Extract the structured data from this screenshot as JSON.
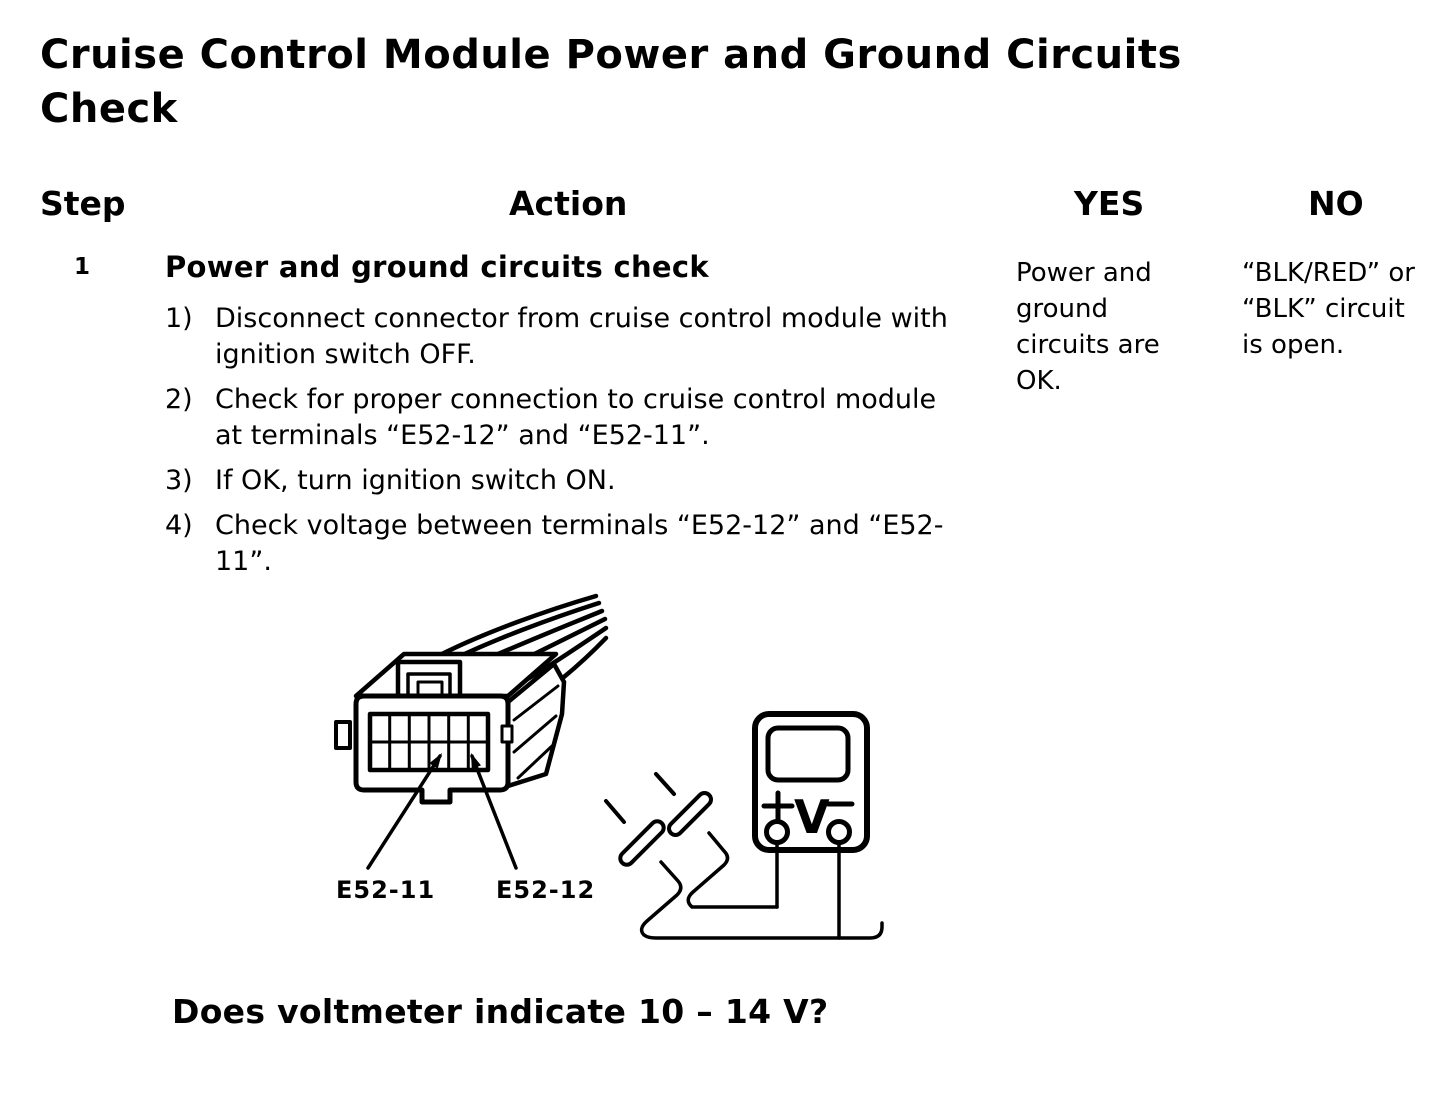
{
  "page": {
    "title_line1": "Cruise Control Module Power and Ground Circuits",
    "title_line2": "Check"
  },
  "table": {
    "headers": {
      "step": "Step",
      "action": "Action",
      "yes": "YES",
      "no": "NO"
    },
    "rows": [
      {
        "step": "1",
        "action_title": "Power and ground circuits check",
        "action_items": [
          {
            "num": "1)",
            "text": "Disconnect connector from cruise control module with ignition switch OFF."
          },
          {
            "num": "2)",
            "text": "Check for proper connection to cruise control module at terminals “E52-12” and “E52-11”."
          },
          {
            "num": "3)",
            "text": "If OK, turn ignition switch ON."
          },
          {
            "num": "4)",
            "text": "Check voltage between terminals “E52-12” and “E52-11”."
          }
        ],
        "yes": "Power and ground circuits are OK.",
        "no": "“BLK/RED” or “BLK” circuit is open."
      }
    ],
    "question": "Does voltmeter indicate 10 – 14 V?"
  },
  "diagram": {
    "labels": {
      "terminal_left": "E52-11",
      "terminal_right": "E52-12",
      "voltmeter_v": "V"
    }
  },
  "colors": {
    "ink": "#000000",
    "paper": "#ffffff"
  }
}
